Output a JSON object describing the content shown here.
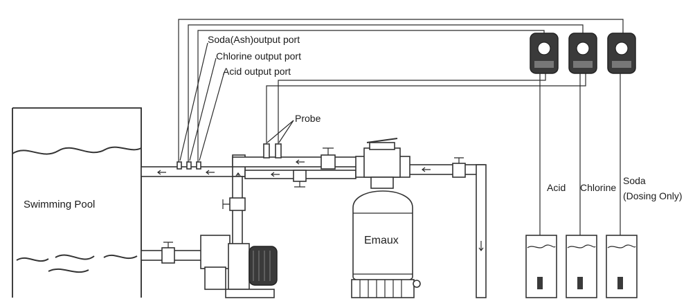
{
  "labels": {
    "soda_port": "Soda(Ash)output port",
    "chlorine_port": "Chlorine output port",
    "acid_port": "Acid output port",
    "probe": "Probe",
    "swimming_pool": "Swimming Pool",
    "brand": "Emaux",
    "acid": "Acid",
    "chlorine": "Chlorine",
    "soda": "Soda",
    "soda_note": "(Dosing Only)"
  },
  "colors": {
    "line": "#2a2a2a",
    "pump_body": "#3a3a3a",
    "background": "#ffffff"
  },
  "icons": {
    "flow_arrow": "arrow-icon",
    "valve": "valve-icon",
    "dosing_pump": "dosing-pump-icon"
  }
}
